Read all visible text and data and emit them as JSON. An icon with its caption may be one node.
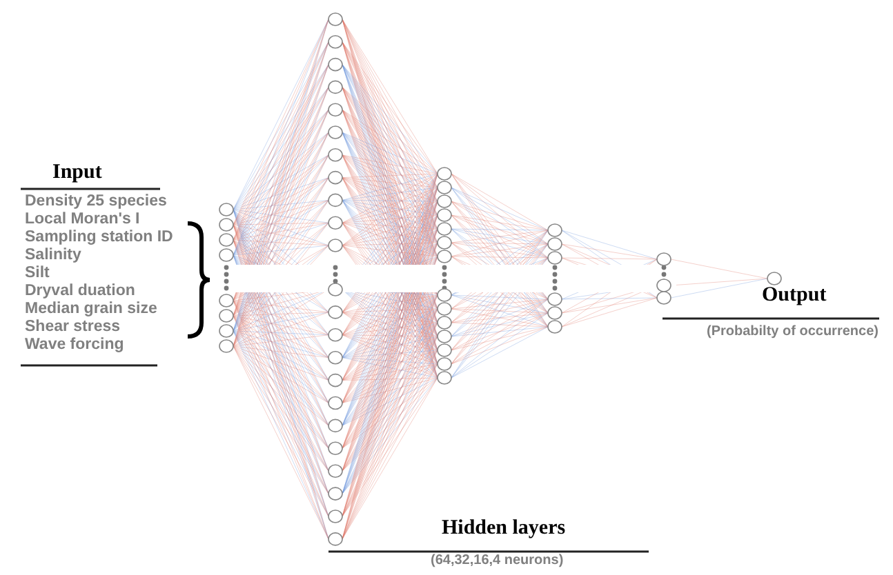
{
  "diagram": {
    "labels": [
      "Input",
      "Density 25 species",
      "Local Moran's I",
      "Sampling station ID",
      "Salinity",
      "Silt",
      "Dryval duation",
      "Median grain size",
      "Shear stress",
      "Wave forcing",
      "Output",
      "(Probabilty of occurrence)",
      "Hidden layers",
      "(64,32,16,4 neurons)"
    ]
  }
}
